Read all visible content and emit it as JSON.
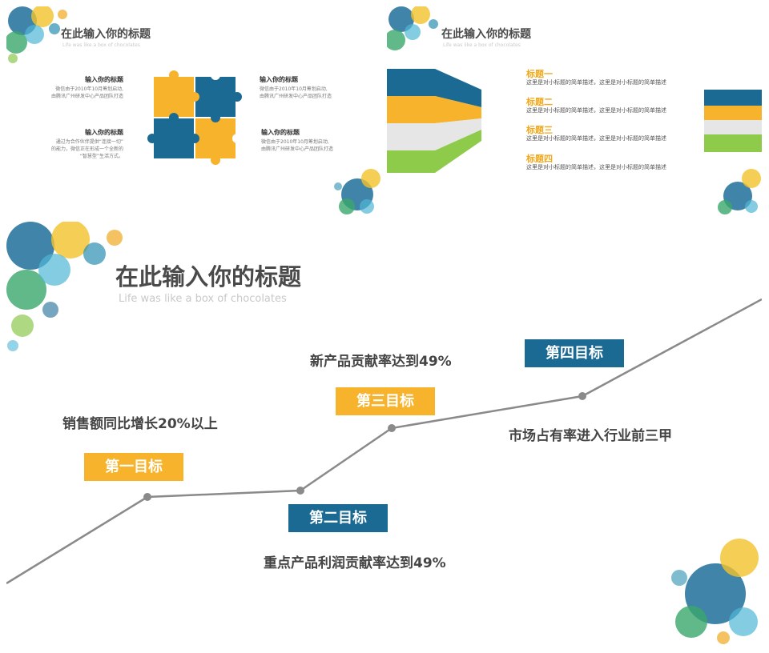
{
  "slide1": {
    "title": "在此输入你的标题",
    "subtitle": "Life was like a box of chocolates",
    "items": [
      {
        "heading": "输入你的标题",
        "lines": [
          "微信由于2010年10月筹划启动,",
          "由腾讯广州研发中心产品团队打造"
        ]
      },
      {
        "heading": "输入你的标题",
        "lines": [
          "通过为合作伙伴提供“连接一切”",
          "的能力，微信正在形成一个全新的",
          "“智慧型”生活方式。"
        ]
      },
      {
        "heading": "输入你的标题",
        "lines": [
          "微信由于2010年10月筹划启动,",
          "由腾讯广州研发中心产品团队打造"
        ]
      },
      {
        "heading": "输入你的标题",
        "lines": [
          "微信由于2010年10月筹划启动,",
          "由腾讯广州研发中心产品团队打造"
        ]
      }
    ],
    "colors": {
      "yellow": "#f6b32b",
      "blue": "#1b6a94"
    }
  },
  "slide2": {
    "title": "在此输入你的标题",
    "subtitle": "Life was like a box of chocolates",
    "items": [
      {
        "title": "标题一",
        "desc": "这里是对小标题的简单描述，这里是对小标题的简单描述"
      },
      {
        "title": "标题二",
        "desc": "这里是对小标题的简单描述，这里是对小标题的简单描述"
      },
      {
        "title": "标题三",
        "desc": "这里是对小标题的简单描述，这里是对小标题的简单描述"
      },
      {
        "title": "标题四",
        "desc": "这里是对小标题的简单描述，这里是对小标题的简单描述"
      }
    ],
    "colors": [
      "#1b6a94",
      "#f6b32b",
      "#e6e6e6",
      "#8ecb4a"
    ]
  },
  "slide3": {
    "title": "在此输入你的标题",
    "subtitle": "Life was like a box of chocolates",
    "milestones": [
      {
        "badge": "第一目标",
        "goal": "销售额同比增长20%以上",
        "color": "#f6b32b"
      },
      {
        "badge": "第二目标",
        "goal": "重点产品利润贡献率达到49%",
        "color": "#1b6a94"
      },
      {
        "badge": "第三目标",
        "goal": "新产品贡献率达到49%",
        "color": "#f6b32b"
      },
      {
        "badge": "第四目标",
        "goal": "市场占有率进入行业前三甲",
        "color": "#1b6a94"
      }
    ]
  }
}
